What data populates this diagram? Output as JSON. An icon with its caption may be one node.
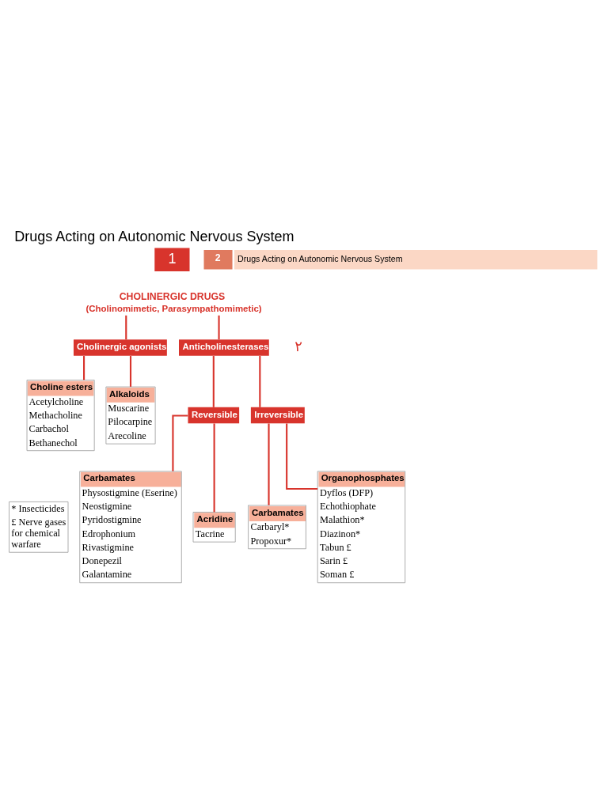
{
  "diagram": {
    "title": "Drugs Acting on Autonomic Nervous System",
    "nodes": [
      {
        "text": [
          "2",
          "Drugs Acting on Autonomic Nervous System"
        ]
      },
      {
        "text": [
          "CHOLINERGIC DRUGS",
          "(Cholinomimetic, Parasympathomimetic)"
        ]
      },
      {
        "text": [
          "Cholinergic agonists"
        ]
      },
      {
        "text": [
          "Anticholinesterases"
        ]
      },
      {
        "text": [
          "Choline esters",
          "Acetylcholine",
          "Methacholine",
          "Carbachol",
          "Bethanechol"
        ]
      },
      {
        "text": [
          "Alkaloids",
          "Muscarine",
          "Pilocarpine",
          "Arecoline"
        ]
      },
      {
        "text": [
          "Reversible"
        ]
      },
      {
        "text": [
          "Irreversible"
        ]
      },
      {
        "text": [
          "Carbamates",
          "Physostigmine (Eserine)",
          "Neostigmine",
          "Pyridostigmine",
          "Edrophonium",
          "Rivastigmine",
          "Donepezil",
          "Galantamine"
        ]
      },
      {
        "text": [
          "Acridine",
          "Tacrine"
        ]
      },
      {
        "text": [
          "Carbamates",
          "Carbaryl*",
          "Propoxur*"
        ]
      },
      {
        "text": [
          "Organophosphates",
          "Dyflos (DFP)",
          "Echothiophate",
          "Malathion*",
          "Diazinon*",
          "Tabun £",
          "Sarin £",
          "Soman £"
        ]
      },
      {
        "text": [
          "* Insecticides",
          "£ Nerve gases for chemical warfare"
        ]
      }
    ],
    "edges": [
      {
        "from": 1,
        "to": 2,
        "arrow": "none"
      },
      {
        "from": 1,
        "to": 3,
        "arrow": "none"
      },
      {
        "from": 2,
        "to": 4,
        "arrow": "none"
      },
      {
        "from": 2,
        "to": 5,
        "arrow": "none"
      },
      {
        "from": 3,
        "to": 6,
        "arrow": "none"
      },
      {
        "from": 3,
        "to": 7,
        "arrow": "none"
      },
      {
        "from": 6,
        "to": 8,
        "arrow": "none"
      },
      {
        "from": 6,
        "to": 9,
        "arrow": "none"
      },
      {
        "from": 7,
        "to": 10,
        "arrow": "none"
      },
      {
        "from": 7,
        "to": 11,
        "arrow": "none"
      }
    ],
    "labels": [
      "1",
      "٢"
    ]
  }
}
